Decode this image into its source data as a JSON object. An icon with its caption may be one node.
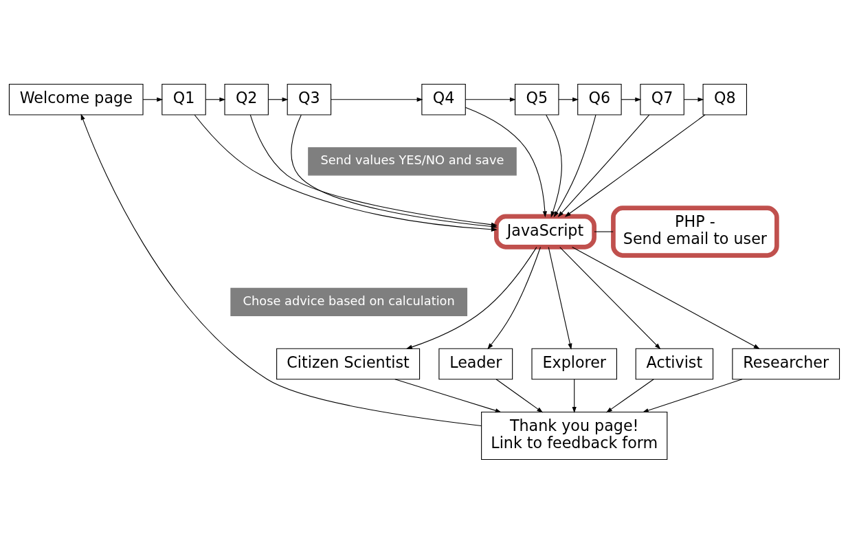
{
  "diagram": {
    "nodes": [
      {
        "text": [
          "Welcome page"
        ]
      },
      {
        "text": [
          "Q1"
        ]
      },
      {
        "text": [
          "Q2"
        ]
      },
      {
        "text": [
          "Q3"
        ]
      },
      {
        "text": [
          "Q4"
        ]
      },
      {
        "text": [
          "Q5"
        ]
      },
      {
        "text": [
          "Q6"
        ]
      },
      {
        "text": [
          "Q7"
        ]
      },
      {
        "text": [
          "Q8"
        ]
      },
      {
        "text": [
          "Send values YES/NO and save"
        ]
      },
      {
        "text": [
          "JavaScript"
        ]
      },
      {
        "text": [
          "PHP -",
          "Send email to user"
        ]
      },
      {
        "text": [
          "Chose advice based on calculation"
        ]
      },
      {
        "text": [
          "Leader"
        ]
      },
      {
        "text": [
          "Explorer"
        ]
      },
      {
        "text": [
          "Citizen Scientist"
        ]
      },
      {
        "text": [
          "Activist"
        ]
      },
      {
        "text": [
          "Researcher"
        ]
      },
      {
        "text": [
          "Thank you page!",
          "Link to feedback form"
        ]
      }
    ],
    "edges": [
      {
        "from": 0,
        "to": 1,
        "arrow": "to"
      },
      {
        "from": 1,
        "to": 2,
        "arrow": "to"
      },
      {
        "from": 2,
        "to": 3,
        "arrow": "to"
      },
      {
        "from": 3,
        "to": 4,
        "arrow": "to"
      },
      {
        "from": 4,
        "to": 5,
        "arrow": "to"
      },
      {
        "from": 5,
        "to": 6,
        "arrow": "to"
      },
      {
        "from": 6,
        "to": 7,
        "arrow": "to"
      },
      {
        "from": 7,
        "to": 8,
        "arrow": "to"
      },
      {
        "from": 1,
        "to": 10,
        "arrow": "to"
      },
      {
        "from": 2,
        "to": 10,
        "arrow": "to"
      },
      {
        "from": 3,
        "to": 10,
        "arrow": "to"
      },
      {
        "from": 4,
        "to": 10,
        "arrow": "to"
      },
      {
        "from": 5,
        "to": 10,
        "arrow": "to"
      },
      {
        "from": 6,
        "to": 10,
        "arrow": "to"
      },
      {
        "from": 7,
        "to": 10,
        "arrow": "to"
      },
      {
        "from": 8,
        "to": 10,
        "arrow": "to"
      },
      {
        "from": 10,
        "to": 11,
        "arrow": "none"
      },
      {
        "from": 10,
        "to": 13,
        "arrow": "to"
      },
      {
        "from": 10,
        "to": 14,
        "arrow": "to"
      },
      {
        "from": 10,
        "to": 15,
        "arrow": "to"
      },
      {
        "from": 10,
        "to": 16,
        "arrow": "to"
      },
      {
        "from": 10,
        "to": 17,
        "arrow": "to"
      },
      {
        "from": 13,
        "to": 18,
        "arrow": "to"
      },
      {
        "from": 14,
        "to": 18,
        "arrow": "to"
      },
      {
        "from": 15,
        "to": 18,
        "arrow": "to"
      },
      {
        "from": 16,
        "to": 18,
        "arrow": "to"
      },
      {
        "from": 17,
        "to": 18,
        "arrow": "to"
      },
      {
        "from": 18,
        "to": 0,
        "arrow": "to"
      }
    ]
  }
}
